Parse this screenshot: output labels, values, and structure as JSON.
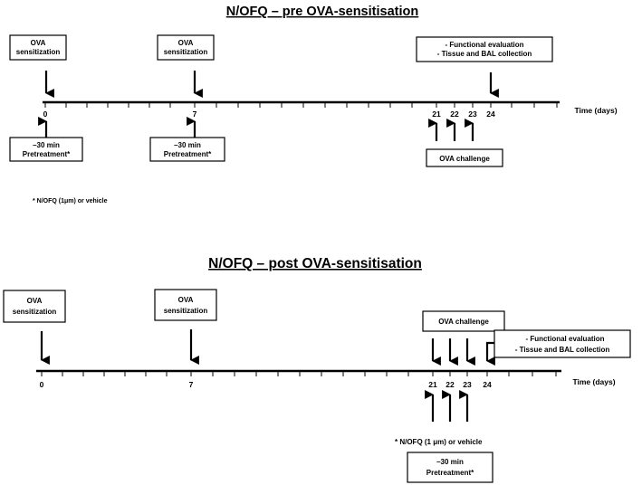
{
  "panels": [
    {
      "title": "N/OFQ – pre OVA-sensitisation",
      "sensitization_label_1": "OVA",
      "sensitization_label_2": "sensitization",
      "endpoint_line_1": "- Functional evaluation",
      "endpoint_line_2": "- Tissue and BAL collection",
      "tick_labels": [
        "0",
        "7",
        "21",
        "22",
        "23",
        "24"
      ],
      "time_label": "Time (days)",
      "pretreatment_line_1": "–30 min",
      "pretreatment_line_2": "Pretreatment*",
      "challenge_label": "OVA challenge",
      "footnote": "* N/OFQ (1μm)  or  vehicle"
    },
    {
      "title": "N/OFQ – post OVA-sensitisation",
      "sensitization_label_1": "OVA",
      "sensitization_label_2": "sensitization",
      "challenge_label": "OVA challenge",
      "endpoint_line_1": "- Functional evaluation",
      "endpoint_line_2": "- Tissue and BAL collection",
      "tick_labels": [
        "0",
        "7",
        "21",
        "22",
        "23",
        "24"
      ],
      "time_label": "Time (days)",
      "footnote": "* N/OFQ (1 μm) or vehicle",
      "pretreatment_line_1": "–30 min",
      "pretreatment_line_2": "Pretreatment*"
    }
  ]
}
